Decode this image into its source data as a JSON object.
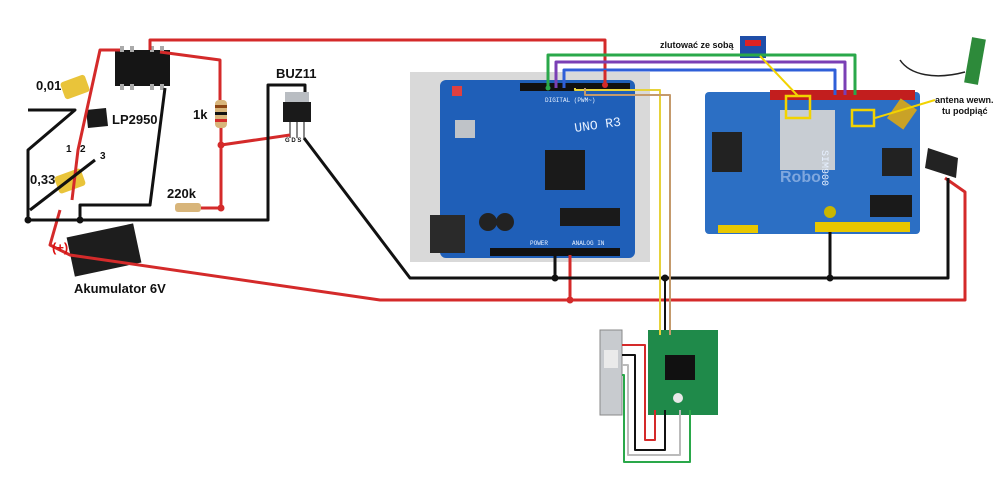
{
  "labels": {
    "cap_small": "0,01",
    "regulator": "LP2950",
    "pin1": "1",
    "pin2": "2",
    "pin3": "3",
    "cap_large": "0,33",
    "resistor_1k": "1k",
    "resistor_220k": "220k",
    "mosfet": "BUZ11",
    "mosfet_pins": "G D S",
    "polarity_plus": "(+)",
    "battery": "Akumulator 6V",
    "solder_note": "zlutować ze sobą",
    "antenna_note_line1": "antena wewn.",
    "antenna_note_line2": "tu podpiąć"
  },
  "arduino": {
    "model": "UNO R3",
    "power_label": "POWER",
    "analog_label": "ANALOG IN",
    "digital_label": "DIGITAL (PWM~)"
  },
  "gsm": {
    "module": "SIM900",
    "brand": "Robo"
  },
  "colors": {
    "wire_red": "#d42a2a",
    "wire_black": "#111111",
    "wire_green": "#2aa84a",
    "wire_purple": "#7a3fb5",
    "wire_blue": "#2f5fd8",
    "wire_yellow": "#e6d23a",
    "wire_tan": "#c49a6c",
    "board_blue": "#1f5fb8",
    "gsm_blue": "#2c6fc4",
    "hx711_green": "#1f8a4a",
    "highlight_yellow": "#f2d300"
  }
}
